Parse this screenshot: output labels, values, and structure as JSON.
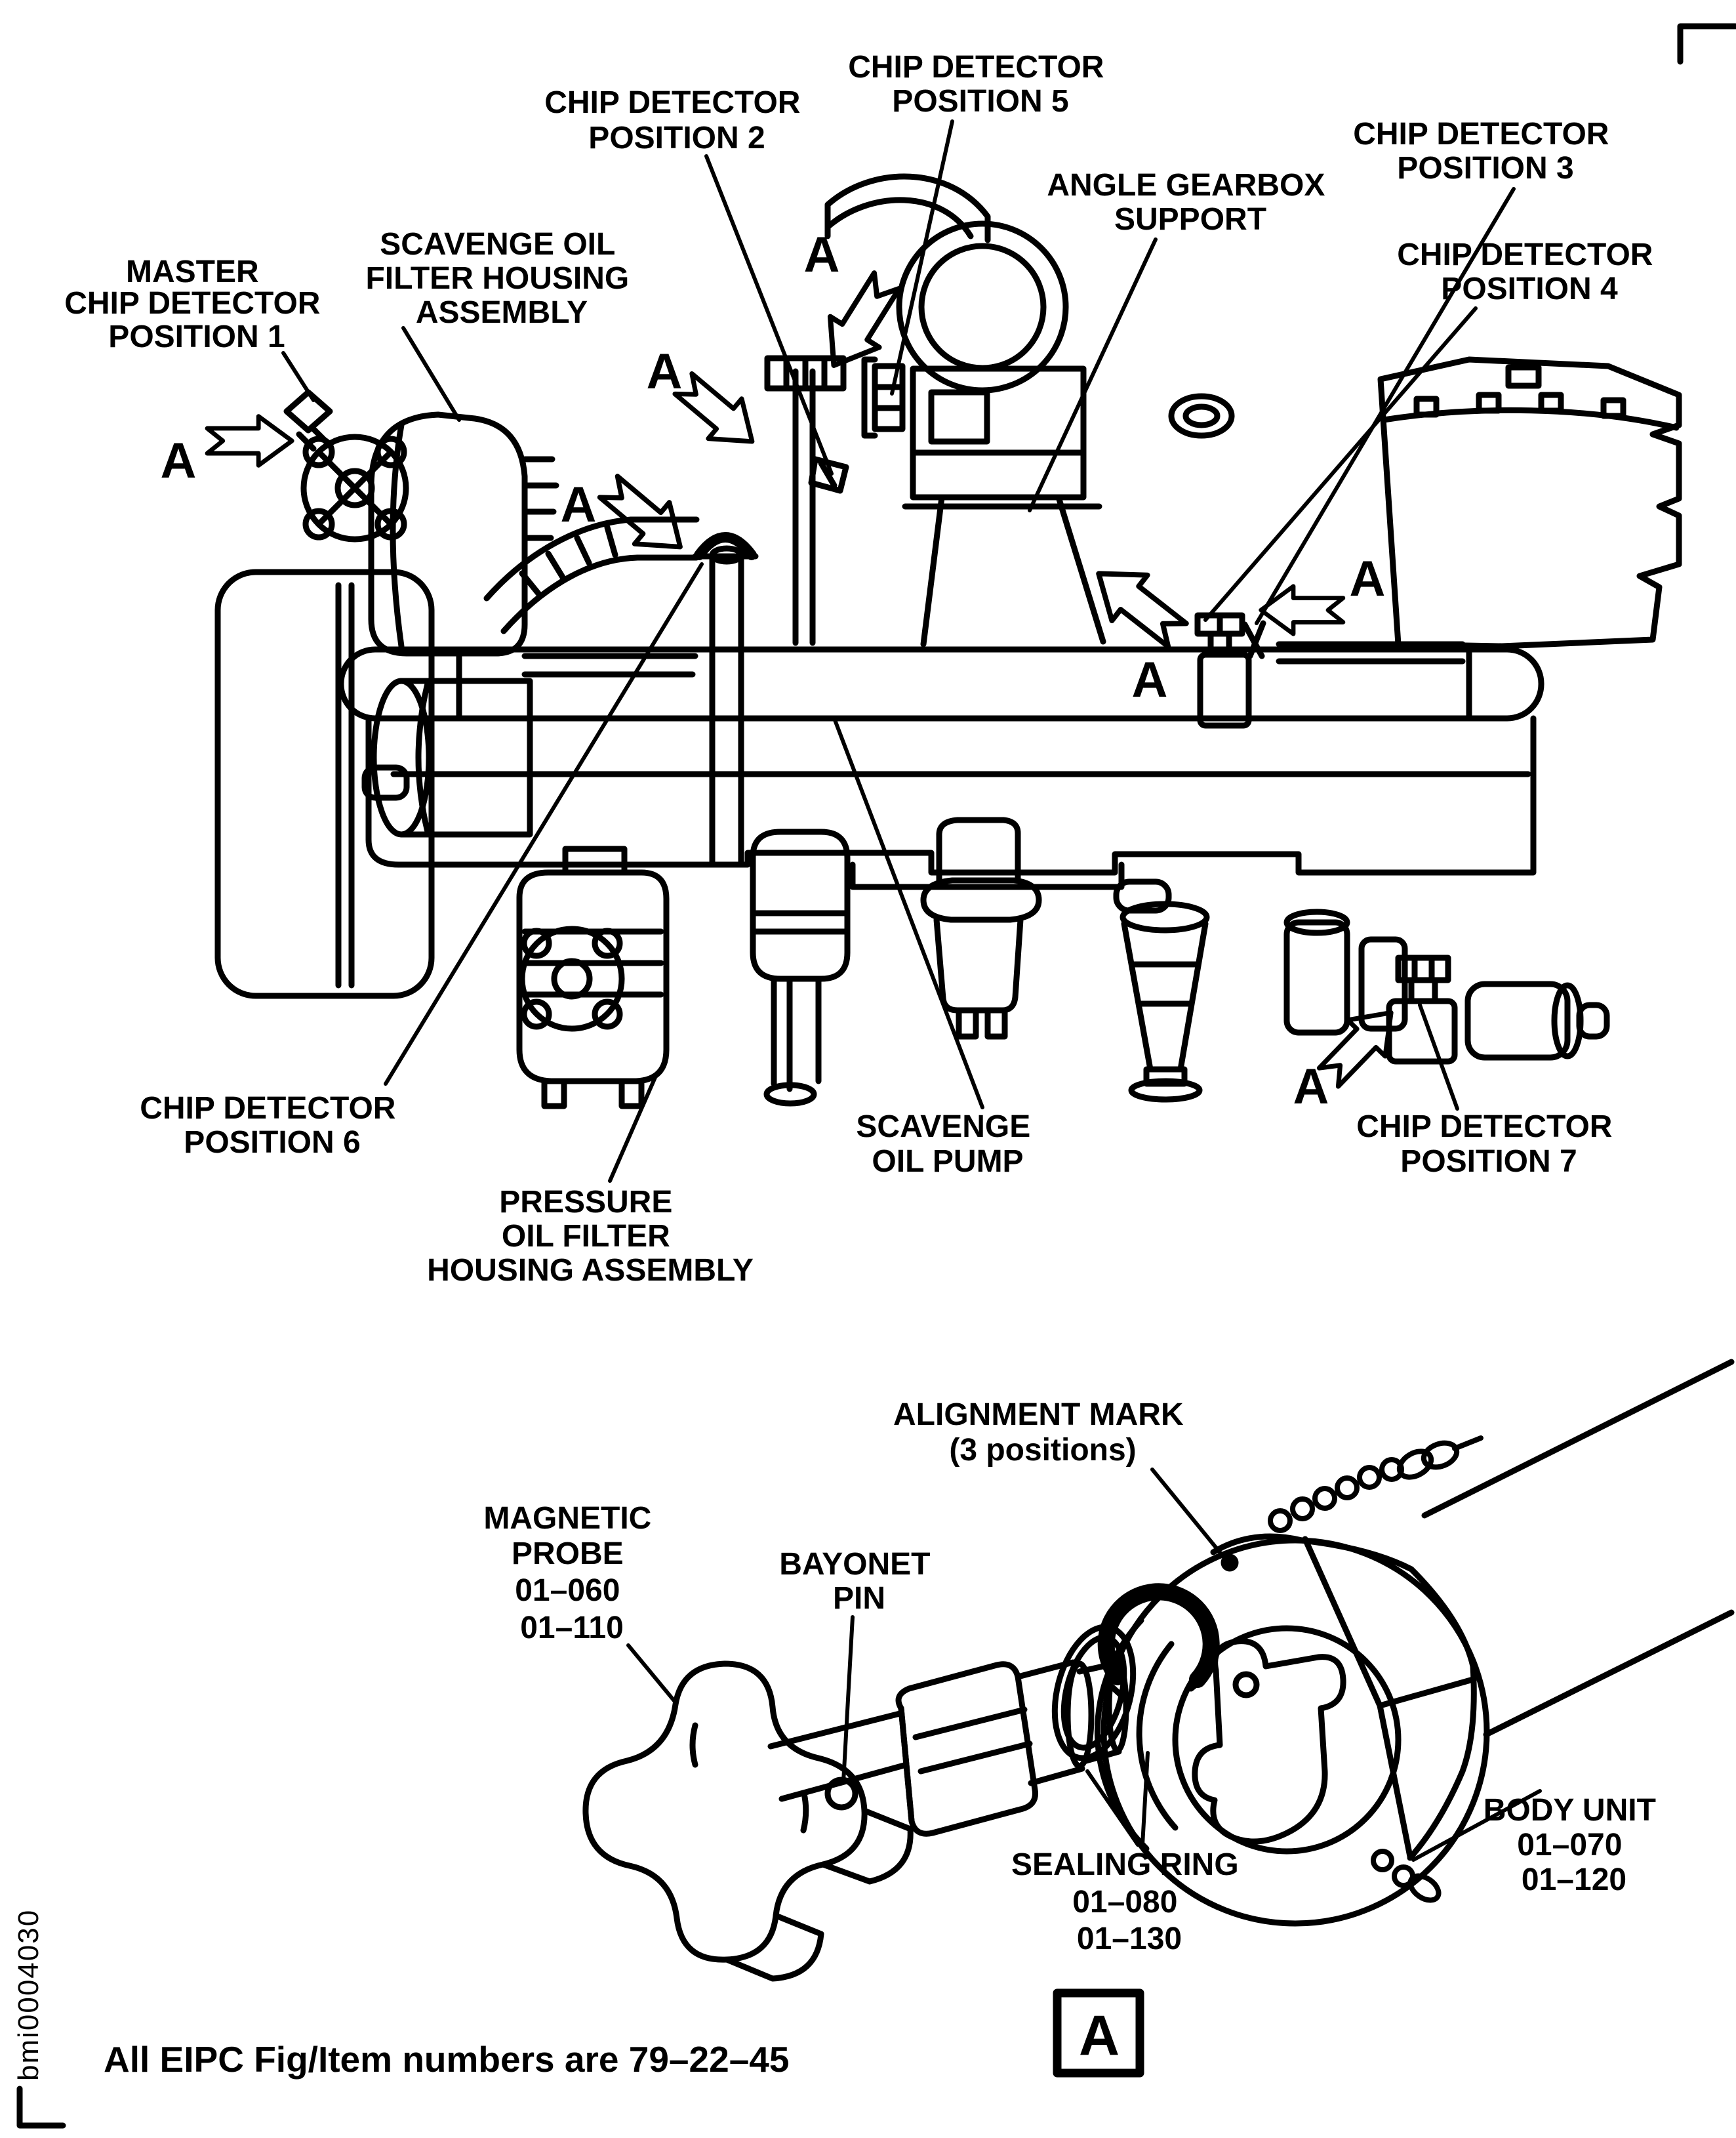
{
  "colors": {
    "ink": "#000000",
    "paper": "#ffffff"
  },
  "figure": {
    "footer_note": "All EIPC Fig/Item numbers are 79–22–45",
    "doc_code": "bmi0004030",
    "detail_box_label": "A"
  },
  "main_view": {
    "view_arrow_letter": "A",
    "labels": [
      {
        "id": "master-chip-detector-position-1",
        "lines": [
          "MASTER",
          "CHIP DETECTOR",
          "POSITION 1"
        ]
      },
      {
        "id": "scavenge-oil-filter-housing-assembly",
        "lines": [
          "SCAVENGE OIL",
          "FILTER HOUSING",
          "ASSEMBLY"
        ]
      },
      {
        "id": "chip-detector-position-2",
        "lines": [
          "CHIP DETECTOR",
          "POSITION 2"
        ]
      },
      {
        "id": "chip-detector-position-5",
        "lines": [
          "CHIP DETECTOR",
          "POSITION 5"
        ]
      },
      {
        "id": "angle-gearbox-support",
        "lines": [
          "ANGLE GEARBOX",
          "SUPPORT"
        ]
      },
      {
        "id": "chip-detector-position-3",
        "lines": [
          "CHIP DETECTOR",
          "POSITION 3"
        ]
      },
      {
        "id": "chip-detector-position-4",
        "lines": [
          "CHIP DETECTOR",
          "POSITION 4"
        ]
      },
      {
        "id": "chip-detector-position-6",
        "lines": [
          "CHIP DETECTOR",
          "POSITION 6"
        ]
      },
      {
        "id": "pressure-oil-filter-housing-assembly",
        "lines": [
          "PRESSURE",
          "OIL FILTER",
          "HOUSING ASSEMBLY"
        ]
      },
      {
        "id": "scavenge-oil-pump",
        "lines": [
          "SCAVENGE",
          "OIL PUMP"
        ]
      },
      {
        "id": "chip-detector-position-7",
        "lines": [
          "CHIP DETECTOR",
          "POSITION 7"
        ]
      }
    ]
  },
  "detail_view": {
    "labels": [
      {
        "id": "alignment-mark",
        "lines": [
          "ALIGNMENT MARK",
          "(3 positions)"
        ]
      },
      {
        "id": "magnetic-probe",
        "lines": [
          "MAGNETIC",
          "PROBE",
          "01–060",
          "01–110"
        ]
      },
      {
        "id": "bayonet-pin",
        "lines": [
          "BAYONET",
          "PIN"
        ]
      },
      {
        "id": "sealing-ring",
        "lines": [
          "SEALING RING",
          "01–080",
          "01–130"
        ]
      },
      {
        "id": "body-unit",
        "lines": [
          "BODY UNIT",
          "01–070",
          "01–120"
        ]
      }
    ]
  }
}
